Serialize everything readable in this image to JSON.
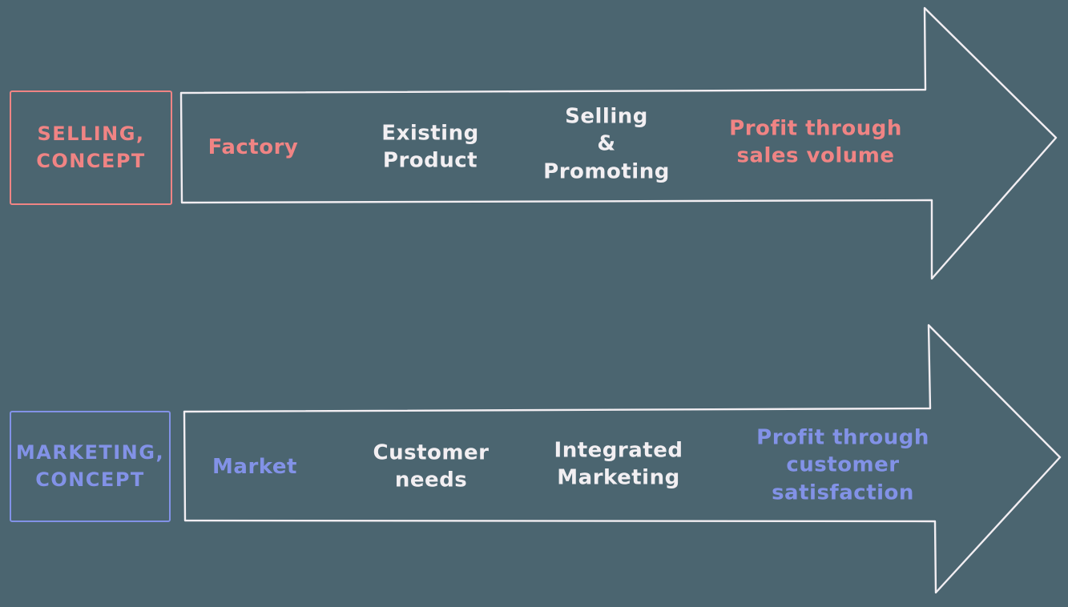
{
  "colors": {
    "background": "#4b6570",
    "outline": "#f2eef2",
    "neutral_text": "#f2eff2",
    "selling_accent": "#f08484",
    "marketing_accent": "#8292e7"
  },
  "selling_row": {
    "label": "SELLING,\nCONCEPT",
    "steps": [
      {
        "text": "Factory"
      },
      {
        "text": "Existing\nProduct"
      },
      {
        "text": "Selling\n&\nPromoting"
      },
      {
        "text": "Profit through\nsales volume"
      }
    ]
  },
  "marketing_row": {
    "label": "MARKETING,\nCONCEPT",
    "steps": [
      {
        "text": "Market"
      },
      {
        "text": "Customer\nneeds"
      },
      {
        "text": "Integrated\nMarketing"
      },
      {
        "text": "Profit through\ncustomer\nsatisfaction"
      }
    ]
  }
}
